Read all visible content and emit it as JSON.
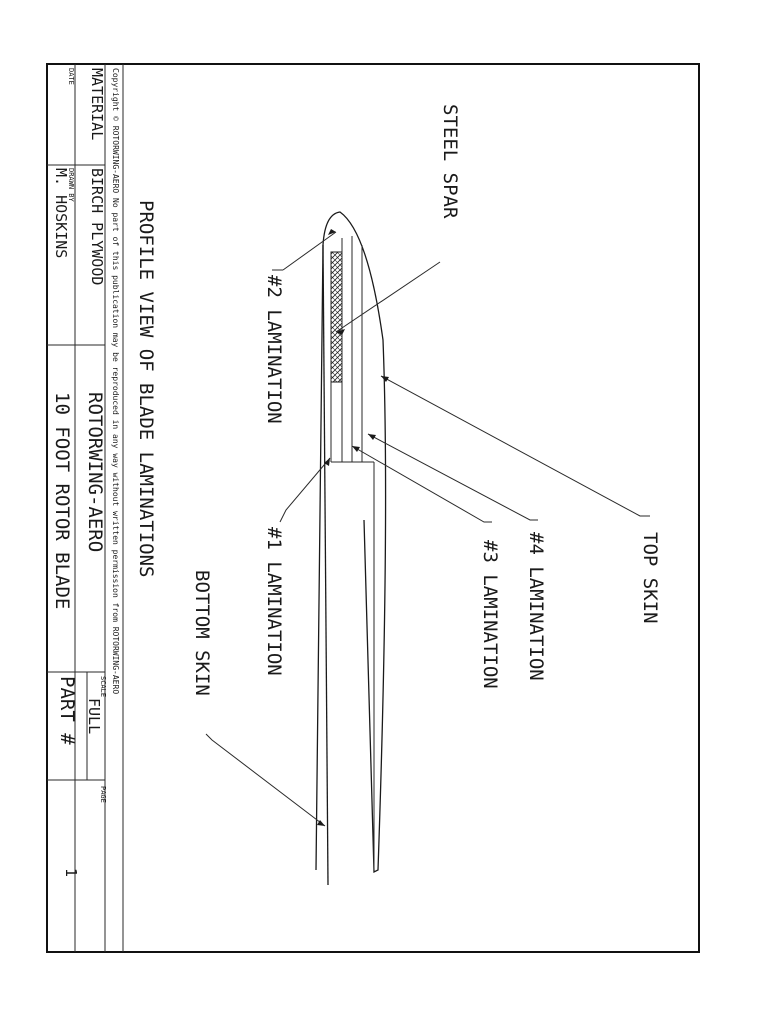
{
  "drawing": {
    "title": "PROFILE VIEW OF BLADE LAMINATIONS",
    "callouts": {
      "steel_spar": "STEEL SPAR",
      "lamination_2": "#2 LAMINATION",
      "lamination_1": "#1 LAMINATION",
      "bottom_skin": "BOTTOM SKIN",
      "top_skin": "TOP SKIN",
      "lamination_4": "#4 LAMINATION",
      "lamination_3": "#3 LAMINATION"
    }
  },
  "title_block": {
    "copyright": "Copyright © ROTORWING-AERO No part of this publication may be reproduced in any way without written permission from ROTORWING-AERO",
    "material_label": "MATERIAL",
    "material_value": "BIRCH PLYWOOD",
    "date_label": "DATE",
    "drawn_by_label": "DRAWN BY",
    "drawn_by_value": "M. HOSKINS",
    "company": "ROTORWING-AERO",
    "part_name": "10 FOOT ROTOR BLADE",
    "scale_label": "SCALE",
    "scale_value": "FULL",
    "part_label": "PART #",
    "page_label": "PAGE",
    "page_value": "1"
  },
  "colors": {
    "ink": "#1a1a1a",
    "paper": "#ffffff",
    "border": "#111111"
  }
}
